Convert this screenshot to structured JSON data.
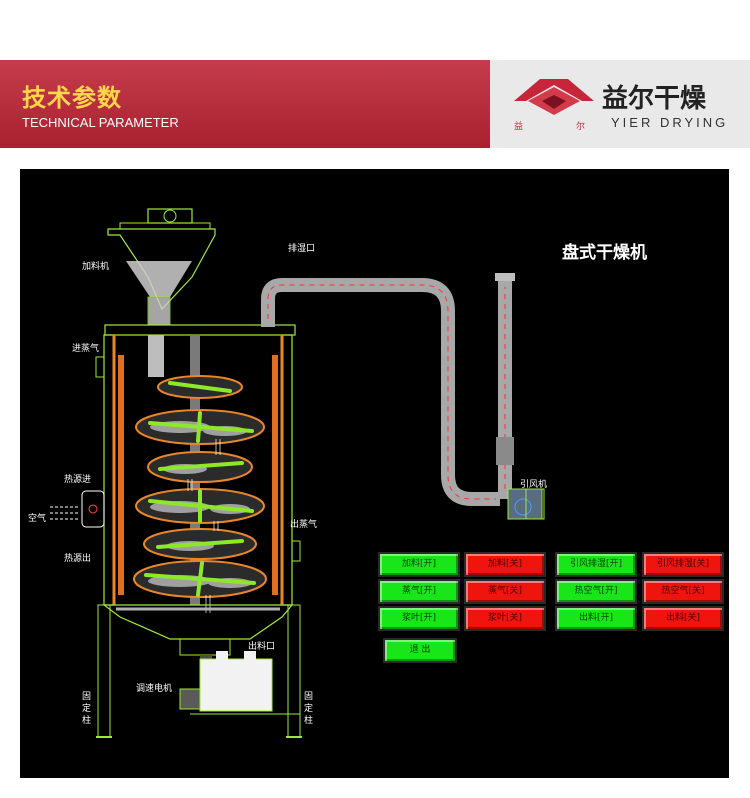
{
  "banner": {
    "title_cn": "技术参数",
    "title_en": "TECHNICAL PARAMETER",
    "brand_cn": "益尔干燥",
    "brand_en": "YIER DRYING",
    "brand_sub_left": "益",
    "brand_sub_right": "尔"
  },
  "diagram": {
    "machine_title": "盘式干燥机",
    "labels": {
      "feeder": "加料机",
      "exhaust_port": "排湿口",
      "steam_in": "进蒸气",
      "heat_in": "热源进",
      "air": "空气",
      "heat_out": "热源出",
      "steam_out": "出蒸气",
      "fan": "引风机",
      "discharge": "出料口",
      "motor": "调速电机",
      "pillar_left": "固定柱",
      "pillar_right": "固定柱"
    }
  },
  "controls": {
    "feed_on": "加料[开]",
    "feed_off": "加料[关]",
    "fan_on": "引风排湿[开]",
    "fan_off": "引风排湿[关]",
    "steam_on": "蒸气[开]",
    "steam_off": "蒸气[关]",
    "hot_air_on": "热空气[开]",
    "hot_air_off": "热空气[关]",
    "blade_on": "浆叶[开]",
    "blade_off": "浆叶[关]",
    "discharge_on": "出料[开]",
    "discharge_off": "出料[关]",
    "exit": "退 出"
  },
  "colors": {
    "banner_red": "#b52a38",
    "title_yellow": "#ffd54a",
    "button_on": "#19e619",
    "button_off": "#f0140f",
    "structure_green": "#a0e838",
    "duct_grey": "#a8a8a8"
  }
}
